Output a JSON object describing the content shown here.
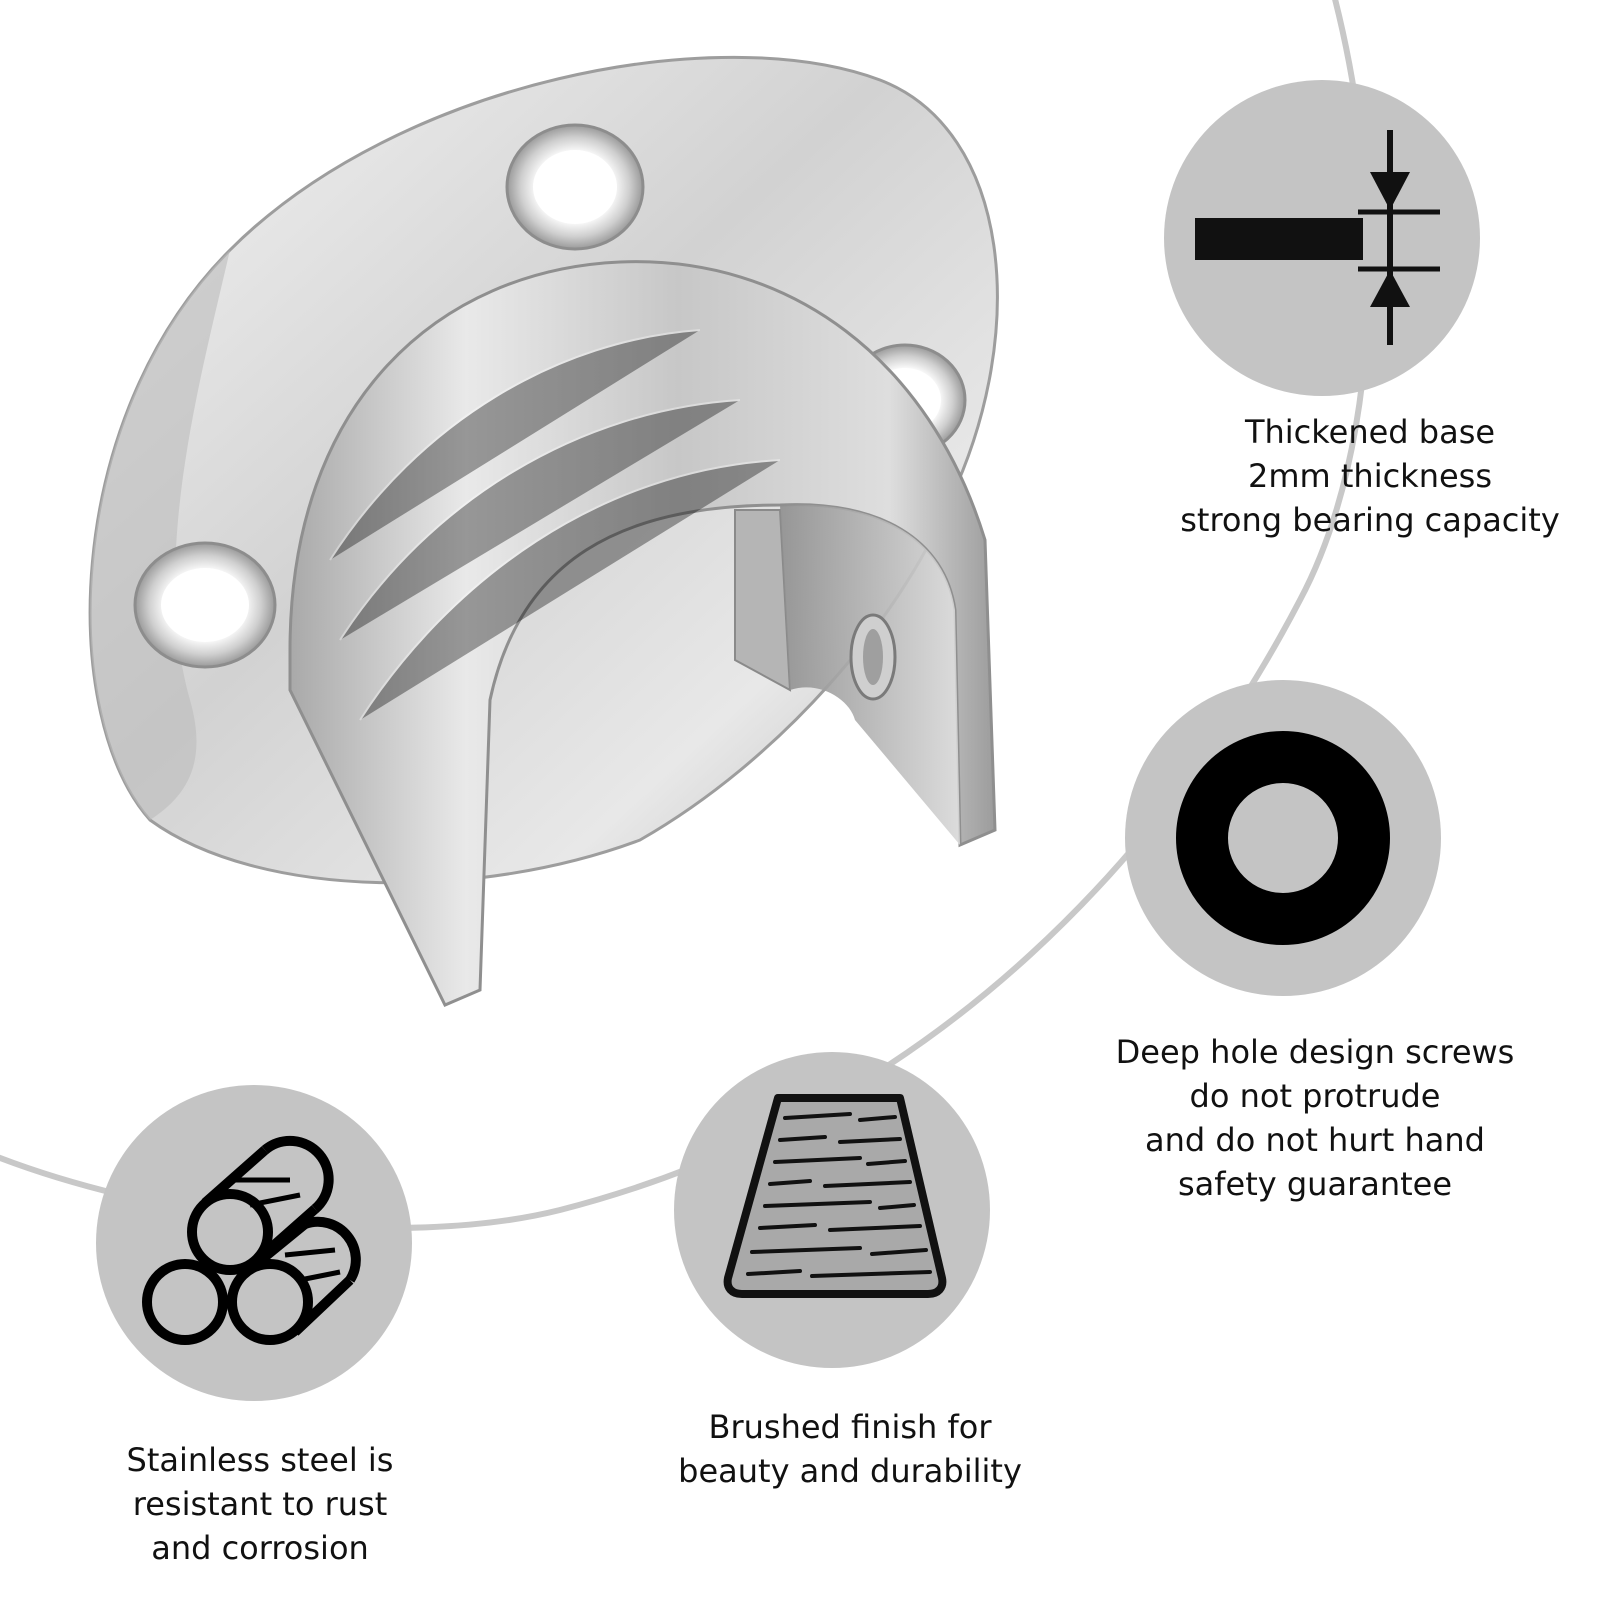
{
  "features": {
    "thickness": {
      "lines": [
        "Thickened base",
        "2mm thickness",
        "strong bearing capacity"
      ],
      "icon": "thickness-icon"
    },
    "deep_hole": {
      "lines": [
        "Deep hole design screws",
        "do not protrude",
        "and do not hurt hand",
        "safety guarantee"
      ],
      "icon": "deep-hole-icon"
    },
    "brushed": {
      "lines": [
        "Brushed finish for",
        "beauty and durability"
      ],
      "icon": "brushed-texture-icon"
    },
    "stainless": {
      "lines": [
        "Stainless steel is",
        "resistant to rust",
        "and corrosion"
      ],
      "icon": "steel-rods-icon"
    }
  },
  "colors": {
    "background": "#ffffff",
    "circle": "#c4c4c4",
    "arc": "#c8c8c8",
    "icon": "#111111",
    "metal_light": "#f1f1f1",
    "metal_dark": "#9a9a9a"
  }
}
